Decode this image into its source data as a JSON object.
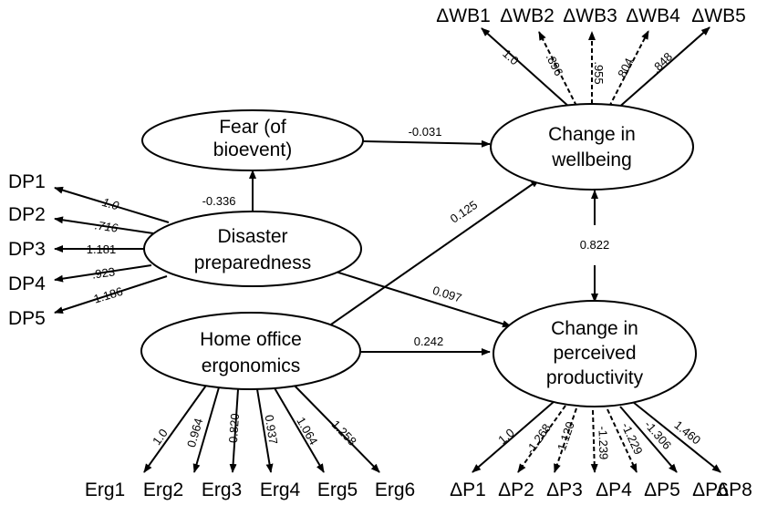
{
  "latent": {
    "fear": [
      "Fear (of",
      "bioevent)"
    ],
    "wellbeing": [
      "Change in",
      "wellbeing"
    ],
    "disaster": [
      "Disaster",
      "preparedness"
    ],
    "home": [
      "Home office",
      "ergonomics"
    ],
    "productivity": [
      "Change in",
      "perceived",
      "productivity"
    ]
  },
  "indicators": {
    "wb": [
      "ΔWB1",
      "ΔWB2",
      "ΔWB3",
      "ΔWB4",
      "ΔWB5"
    ],
    "dp": [
      "DP1",
      "DP2",
      "DP3",
      "DP4",
      "DP5"
    ],
    "erg": [
      "Erg1",
      "Erg2",
      "Erg3",
      "Erg4",
      "Erg5",
      "Erg6"
    ],
    "p": [
      "ΔP1",
      "ΔP2",
      "ΔP3",
      "ΔP4",
      "ΔP5",
      "ΔP6",
      "ΔP8"
    ]
  },
  "loadings": {
    "wb": [
      "1.0",
      ".896",
      ".955",
      ".804",
      ".848"
    ],
    "dp": [
      "1.0",
      ".716",
      "1.181",
      ".923",
      "1.186"
    ],
    "erg": [
      "1.0",
      "0.964",
      "0.820",
      "0.937",
      "1.064",
      "1.258"
    ],
    "p": [
      "1.0",
      "-1.268",
      "-1.120",
      "-1.239",
      "-1.229",
      "-1.306",
      "1.460"
    ]
  },
  "paths": {
    "fear_to_wellbeing": "-0.031",
    "disaster_to_fear": "-0.336",
    "home_to_wellbeing": "0.125",
    "disaster_to_productivity": "0.097",
    "home_to_productivity": "0.242",
    "wellbeing_productivity": "0.822"
  }
}
